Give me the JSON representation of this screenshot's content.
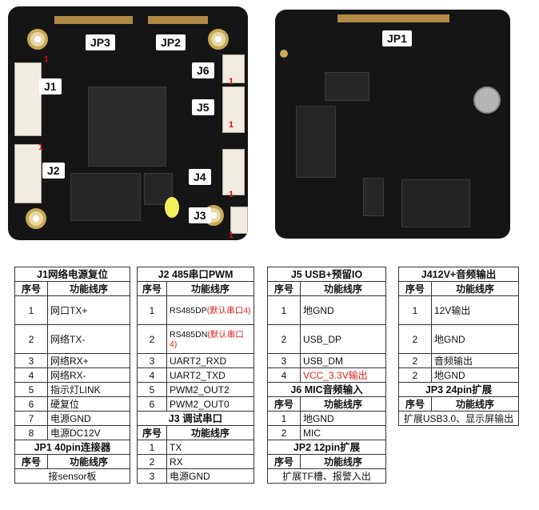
{
  "board_labels": {
    "jp3": "JP3",
    "jp2": "JP2",
    "j6": "J6",
    "j1": "J1",
    "j5": "J5",
    "j2": "J2",
    "j4": "J4",
    "j3": "J3",
    "jp1": "JP1",
    "pin1": "1"
  },
  "hdr": {
    "seq": "序号",
    "func": "功能线序"
  },
  "j1": {
    "title": "J1网络电源复位",
    "rows": [
      [
        "1",
        "网口TX+"
      ],
      [
        "2",
        "网络TX-"
      ],
      [
        "3",
        "网络RX+"
      ],
      [
        "4",
        "网络RX-"
      ],
      [
        "5",
        "指示灯LINK"
      ],
      [
        "6",
        "硬复位"
      ],
      [
        "7",
        "电源GND"
      ],
      [
        "8",
        "电源DC12V"
      ]
    ]
  },
  "jp1": {
    "title": "JP1 40pin连接器",
    "content": "接sensor板"
  },
  "j2": {
    "title": "J2 485串口PWM",
    "rows": [
      {
        "n": "1",
        "main": "RS485DP",
        "note": "(默认串口4)"
      },
      {
        "n": "2",
        "main": "RS485DN",
        "note": "(默认串口4)"
      },
      {
        "n": "3",
        "main": "UART2_RXD",
        "note": ""
      },
      {
        "n": "4",
        "main": "UART2_TXD",
        "note": ""
      },
      {
        "n": "5",
        "main": "PWM2_OUT2",
        "note": ""
      },
      {
        "n": "6",
        "main": "PWM2_OUT0",
        "note": ""
      }
    ]
  },
  "j3": {
    "title": "J3 调试串口",
    "rows": [
      [
        "1",
        "TX"
      ],
      [
        "2",
        "RX"
      ],
      [
        "3",
        "电源GND"
      ]
    ]
  },
  "j5": {
    "title": "J5 USB+预留IO",
    "rows": [
      [
        "1",
        "地GND"
      ],
      [
        "2",
        "USB_DP"
      ],
      [
        "3",
        "USB_DM"
      ],
      [
        "4",
        "VCC_3.3V输出"
      ]
    ]
  },
  "j6": {
    "title": "J6 MIC音频输入",
    "rows": [
      [
        "1",
        "地GND"
      ],
      [
        "2",
        "MIC"
      ]
    ]
  },
  "jp2": {
    "title": "JP2 12pin扩展",
    "content": "扩展TF槽、报警入出"
  },
  "j4": {
    "title": "J412V+音频输出",
    "rows": [
      [
        "1",
        "12V输出"
      ],
      [
        "2",
        "地GND"
      ],
      [
        "2",
        "音频输出"
      ],
      [
        "2",
        "地GND"
      ]
    ]
  },
  "jp3": {
    "title": "JP3 24pin扩展",
    "content": "扩展USB3.0、显示屏输出"
  },
  "colors": {
    "board": "#151515",
    "red": "#e02020"
  }
}
